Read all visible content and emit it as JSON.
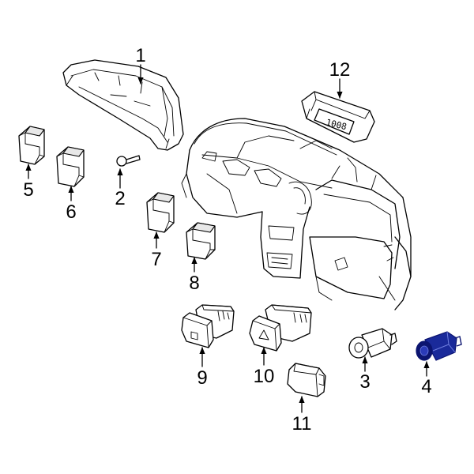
{
  "callouts": [
    {
      "id": "c1",
      "label": "1"
    },
    {
      "id": "c2",
      "label": "2"
    },
    {
      "id": "c3",
      "label": "3"
    },
    {
      "id": "c4",
      "label": "4"
    },
    {
      "id": "c5",
      "label": "5"
    },
    {
      "id": "c6",
      "label": "6"
    },
    {
      "id": "c7",
      "label": "7"
    },
    {
      "id": "c8",
      "label": "8"
    },
    {
      "id": "c9",
      "label": "9"
    },
    {
      "id": "c10",
      "label": "10"
    },
    {
      "id": "c11",
      "label": "11"
    },
    {
      "id": "c12",
      "label": "12"
    }
  ],
  "clock_display": "1008",
  "colors": {
    "line": "#000000",
    "background": "#ffffff",
    "highlight_part": "#1a2a9a",
    "highlight_shade": "#0b1470"
  },
  "highlighted_callout": "4"
}
